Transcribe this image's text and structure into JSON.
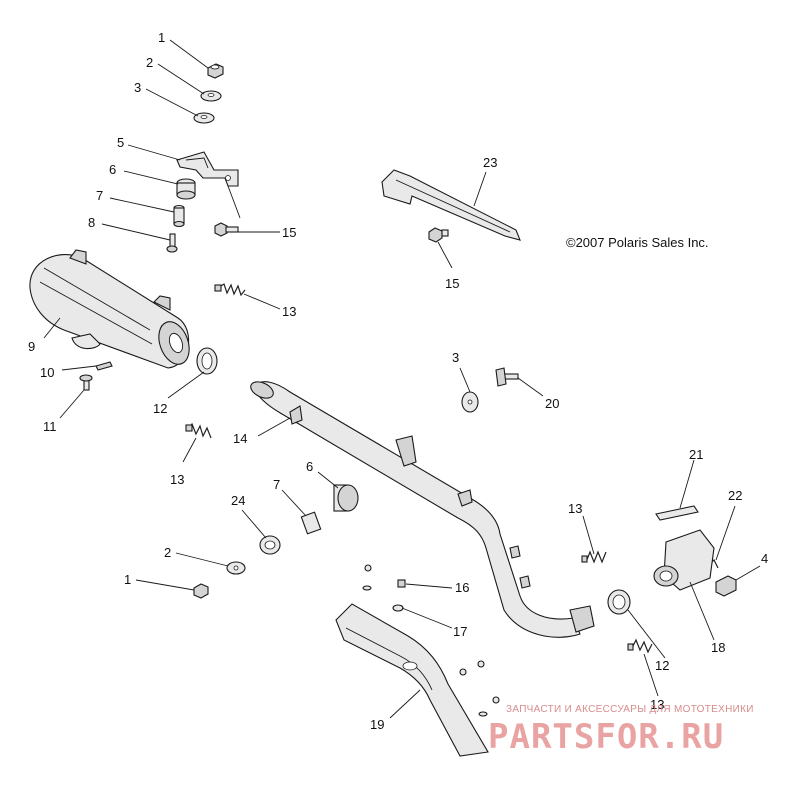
{
  "copyright": "©2007 Polaris Sales Inc.",
  "watermark": {
    "line1": "ЗАПЧАСТИ И АКСЕССУАРЫ ДЛЯ МОТОТЕХНИКИ",
    "line2": "PARTSFOR.RU"
  },
  "callouts": [
    {
      "id": "c1a",
      "text": "1"
    },
    {
      "id": "c2a",
      "text": "2"
    },
    {
      "id": "c3a",
      "text": "3"
    },
    {
      "id": "c5",
      "text": "5"
    },
    {
      "id": "c6a",
      "text": "6"
    },
    {
      "id": "c7a",
      "text": "7"
    },
    {
      "id": "c8",
      "text": "8"
    },
    {
      "id": "c15a",
      "text": "15"
    },
    {
      "id": "c13a",
      "text": "13"
    },
    {
      "id": "c9",
      "text": "9"
    },
    {
      "id": "c10",
      "text": "10"
    },
    {
      "id": "c11",
      "text": "11"
    },
    {
      "id": "c12a",
      "text": "12"
    },
    {
      "id": "c13b",
      "text": "13"
    },
    {
      "id": "c23",
      "text": "23"
    },
    {
      "id": "c15b",
      "text": "15"
    },
    {
      "id": "c3b",
      "text": "3"
    },
    {
      "id": "c20",
      "text": "20"
    },
    {
      "id": "c14",
      "text": "14"
    },
    {
      "id": "c6b",
      "text": "6"
    },
    {
      "id": "c7b",
      "text": "7"
    },
    {
      "id": "c24",
      "text": "24"
    },
    {
      "id": "c2b",
      "text": "2"
    },
    {
      "id": "c1b",
      "text": "1"
    },
    {
      "id": "c16",
      "text": "16"
    },
    {
      "id": "c17",
      "text": "17"
    },
    {
      "id": "c13c",
      "text": "13"
    },
    {
      "id": "c21",
      "text": "21"
    },
    {
      "id": "c22",
      "text": "22"
    },
    {
      "id": "c4",
      "text": "4"
    },
    {
      "id": "c18",
      "text": "18"
    },
    {
      "id": "c12b",
      "text": "12"
    },
    {
      "id": "c13d",
      "text": "13"
    },
    {
      "id": "c19",
      "text": "19"
    }
  ]
}
